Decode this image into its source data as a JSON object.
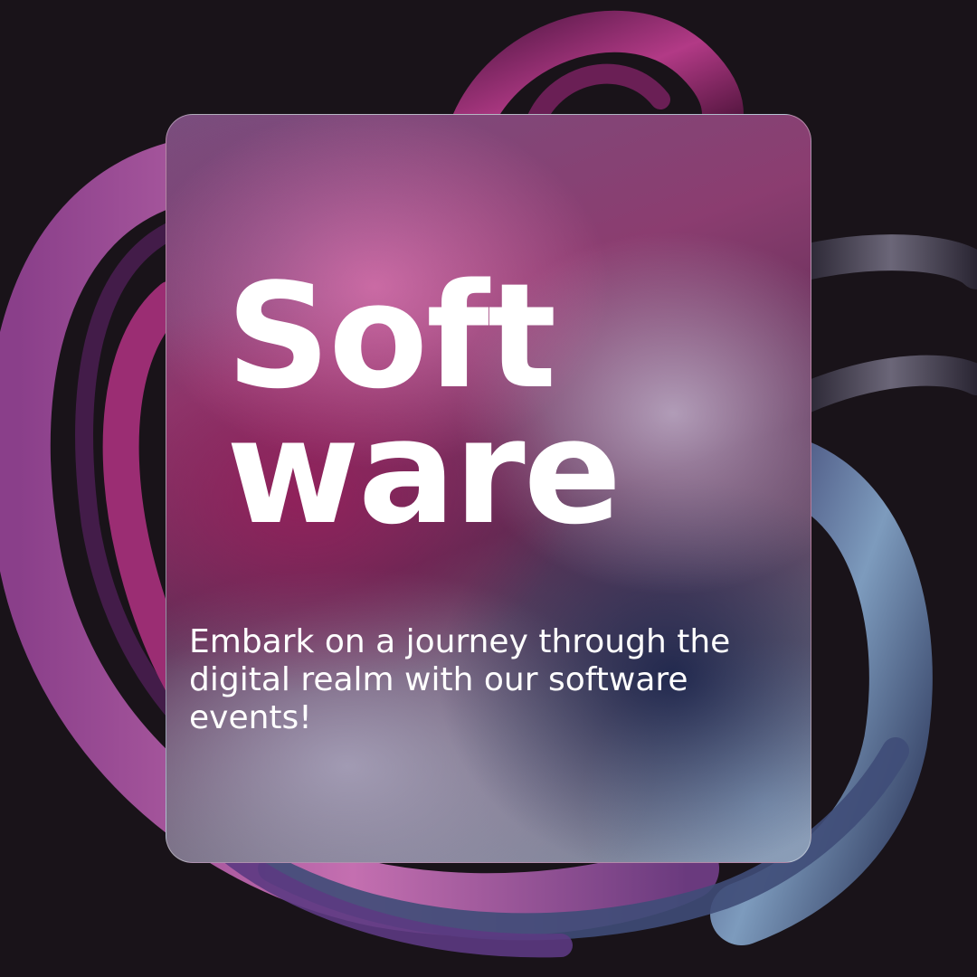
{
  "poster": {
    "title_line_1": "Soft",
    "title_line_2": "ware",
    "subtitle": "Embark on a journey through the digital realm with our software events!"
  },
  "colors": {
    "background": "#191319",
    "ribbon_magenta": "#a8327a",
    "ribbon_purple": "#7b3f8f",
    "ribbon_blue": "#6f8fb0",
    "text": "#ffffff"
  },
  "decoration": {
    "background_art": "abstract-3d-ribbons",
    "card_style": "frosted-glass"
  }
}
